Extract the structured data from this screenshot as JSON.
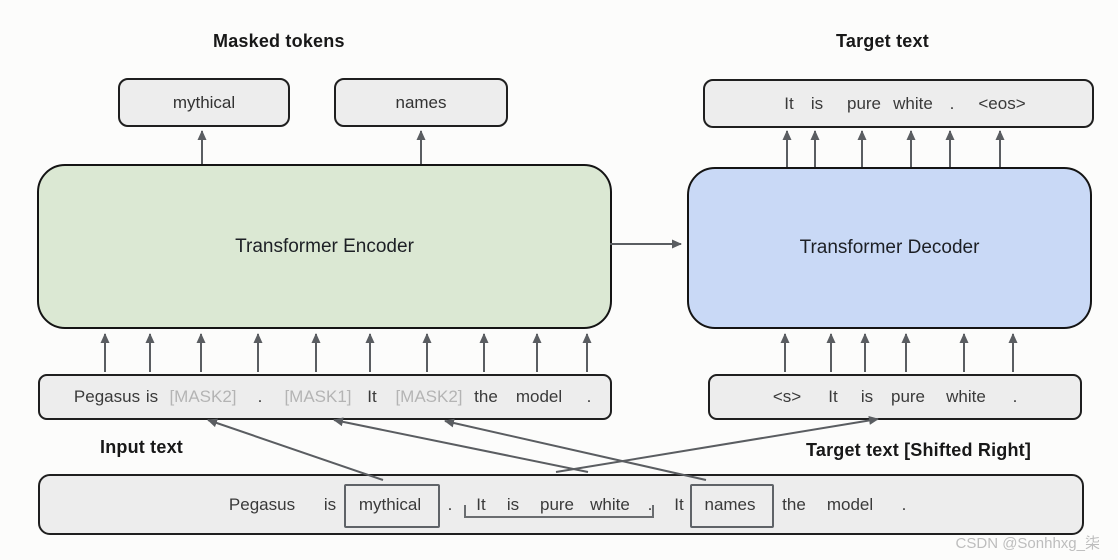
{
  "diagram": {
    "masked_tokens_label": "Masked tokens",
    "target_text_label": "Target text",
    "input_text_label": "Input text",
    "shifted_right_label": "Target text [Shifted Right]",
    "encoder_label": "Transformer Encoder",
    "decoder_label": "Transformer Decoder",
    "masked_token_boxes": {
      "first": "mythical",
      "second": "names"
    },
    "target_output_tokens": [
      "It",
      "is",
      "pure",
      "white",
      ".",
      "<eos>"
    ],
    "input_tokens": [
      {
        "text": "Pegasus",
        "masked": false
      },
      {
        "text": "is",
        "masked": false
      },
      {
        "text": "[MASK2]",
        "masked": true
      },
      {
        "text": ".",
        "masked": false
      },
      {
        "text": "[MASK1]",
        "masked": true
      },
      {
        "text": "It",
        "masked": false
      },
      {
        "text": "[MASK2]",
        "masked": true
      },
      {
        "text": "the",
        "masked": false
      },
      {
        "text": "model",
        "masked": false
      },
      {
        "text": ".",
        "masked": false
      }
    ],
    "decoder_input_tokens": [
      "<s>",
      "It",
      "is",
      "pure",
      "white",
      "."
    ],
    "source_tokens": [
      "Pegasus",
      "is",
      "mythical",
      ".",
      "It",
      "is",
      "pure",
      "white",
      ".",
      "It",
      "names",
      "the",
      "model",
      "."
    ],
    "watermark": "CSDN @Sonhhxg_柒",
    "colors": {
      "encoder_fill": "#dbe8d3",
      "decoder_fill": "#c9d9f6",
      "token_box_fill": "#ededed",
      "box_border": "#1f1f1f",
      "arrow": "#5a5d61",
      "masked_text": "#b4b4b4",
      "watermark_text": "#bdbdbd"
    }
  }
}
